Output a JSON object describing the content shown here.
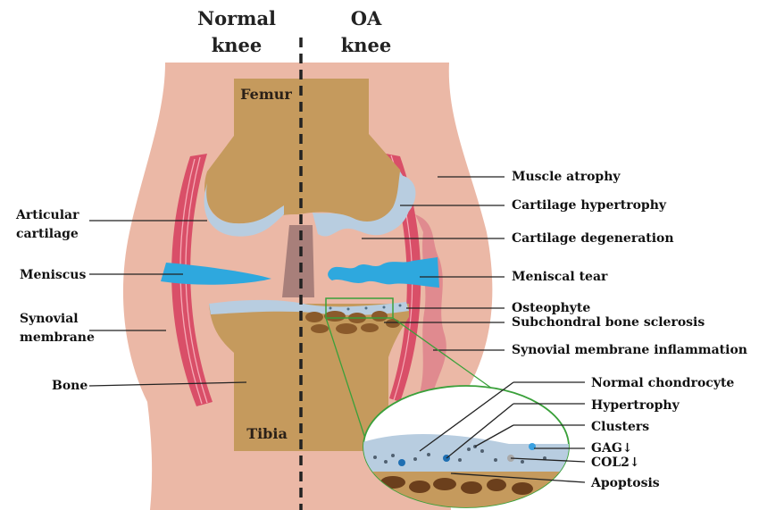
{
  "headers": {
    "normal": [
      "Normal",
      "knee"
    ],
    "oa": [
      "OA",
      "knee"
    ]
  },
  "bones": {
    "femur": "Femur",
    "tibia": "Tibia"
  },
  "left_labels": {
    "articular_cartilage": [
      "Articular",
      "cartilage"
    ],
    "meniscus": "Meniscus",
    "synovial_membrane": [
      "Synovial",
      "membrane"
    ],
    "bone": "Bone"
  },
  "right_labels": {
    "muscle_atrophy": "Muscle atrophy",
    "cartilage_hypertrophy": "Cartilage hypertrophy",
    "cartilage_degeneration": "Cartilage degeneration",
    "meniscal_tear": "Meniscal tear",
    "osteophyte": "Osteophyte",
    "subchondral_bone_sclerosis": "Subchondral bone sclerosis",
    "synovial_membrane_inflammation": "Synovial membrane inflammation"
  },
  "inset_labels": {
    "normal_chondrocyte": "Normal chondrocyte",
    "hypertrophy": "Hypertrophy",
    "clusters": "Clusters",
    "gag": "GAG↓",
    "col2": "COL2↓",
    "apoptosis": "Apoptosis"
  },
  "colors": {
    "skin": "#ebb8a6",
    "bone": "#c59a5d",
    "cartilage": "#b8cde0",
    "meniscus": "#2ea8de",
    "muscle": "#d94f68",
    "ligament": "#a87f7a",
    "sclerosis": "#8a5a2b",
    "inset_border": "#3aa03a"
  }
}
